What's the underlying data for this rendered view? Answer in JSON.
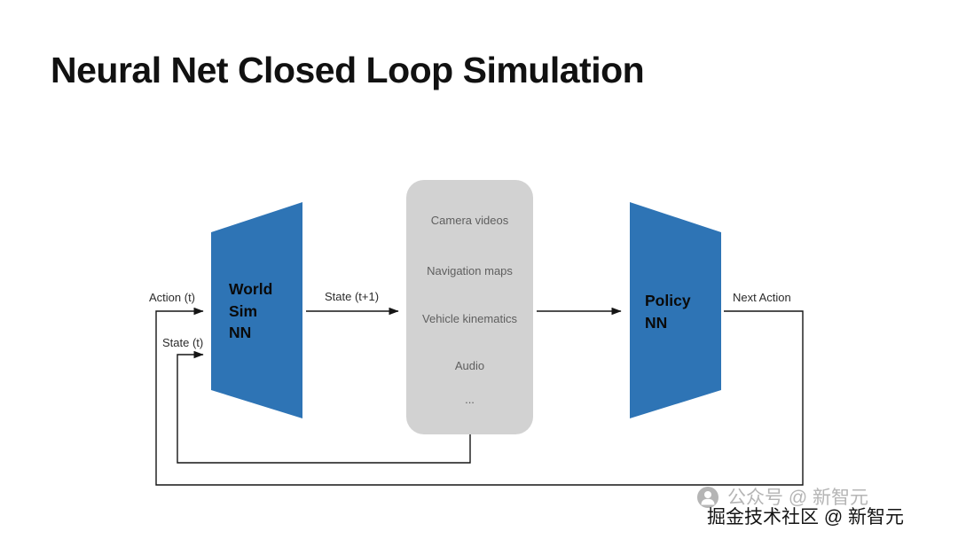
{
  "title": "Neural Net Closed Loop Simulation",
  "colors": {
    "trapezoid_blue": "#2E74B5",
    "box_gray": "#D2D2D2",
    "line_black": "#151515"
  },
  "diagram": {
    "world_sim": {
      "label_lines": [
        "World",
        "Sim",
        "NN"
      ]
    },
    "policy": {
      "label_lines": [
        "Policy",
        "NN"
      ]
    },
    "modal_box": {
      "items": [
        "Camera videos",
        "Navigation maps",
        "Vehicle kinematics",
        "Audio",
        "..."
      ]
    },
    "labels": {
      "action_t": "Action (t)",
      "state_t": "State (t)",
      "state_t1": "State (t+1)",
      "next_action": "Next Action"
    }
  },
  "watermarks": {
    "gray_text": "公众号 @ 新智元",
    "black_text": "掘金技术社区 @ 新智元"
  }
}
